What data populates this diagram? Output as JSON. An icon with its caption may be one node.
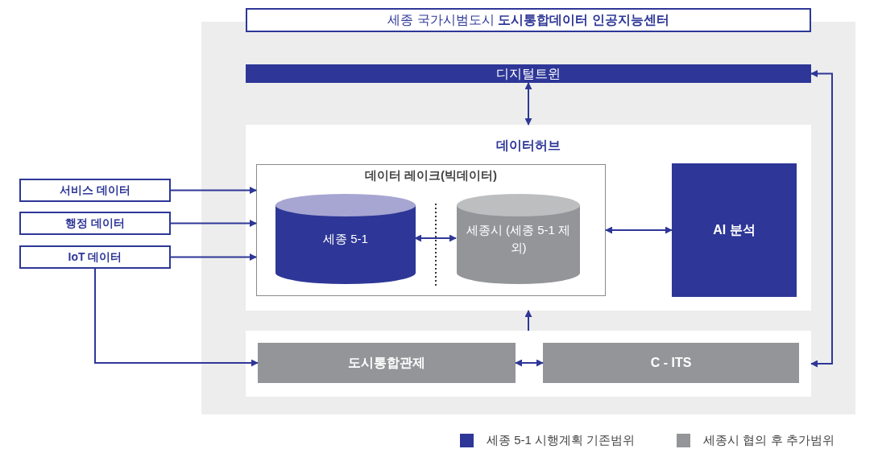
{
  "diagram": {
    "nodes": [
      {
        "text": [
          "세종 국가시범도시 **도시통합데이터 인공지능센터**"
        ]
      },
      {
        "text": [
          "디지털트윈"
        ],
        "in": 0
      },
      {
        "text": [
          "데이터허브"
        ],
        "in": 0
      },
      {
        "text": [
          "데이터 레이크(빅데이터)"
        ],
        "in": 2
      },
      {
        "text": [
          "세종 5-1"
        ],
        "in": 3
      },
      {
        "text": [
          "세종시 (세종 5-1 제외)"
        ],
        "in": 3
      },
      {
        "text": [
          "AI 분석"
        ],
        "in": 2
      },
      {
        "text": [],
        "shape": "box",
        "in": 0
      },
      {
        "text": [
          "도시통합관제"
        ],
        "in": 7
      },
      {
        "text": [
          "C - ITS"
        ],
        "in": 7
      },
      {
        "text": [
          "서비스 데이터"
        ]
      },
      {
        "text": [
          "행정 데이터"
        ]
      },
      {
        "text": [
          "IoT 데이터"
        ]
      }
    ],
    "edges": [
      {
        "from": 1,
        "to": 2,
        "arrow": "both"
      },
      {
        "from": 4,
        "to": 5,
        "arrow": "both"
      },
      {
        "from": 3,
        "to": 6,
        "arrow": "both"
      },
      {
        "from": 8,
        "to": 9,
        "arrow": "both"
      },
      {
        "from": 7,
        "to": 2,
        "arrow": "to"
      },
      {
        "from": 10,
        "to": 3,
        "arrow": "to"
      },
      {
        "from": 11,
        "to": 3,
        "arrow": "to"
      },
      {
        "from": 12,
        "to": 3,
        "arrow": "to"
      },
      {
        "from": 12,
        "to": 8,
        "arrow": "to"
      },
      {
        "from": 1,
        "to": 7,
        "arrow": "both"
      }
    ],
    "legend": [
      {
        "text": "세종 5-1 시행계획 기존범위",
        "color": "#2e3797"
      },
      {
        "text": "세종시 협의 후 추가범위",
        "color": "#939598"
      }
    ]
  }
}
